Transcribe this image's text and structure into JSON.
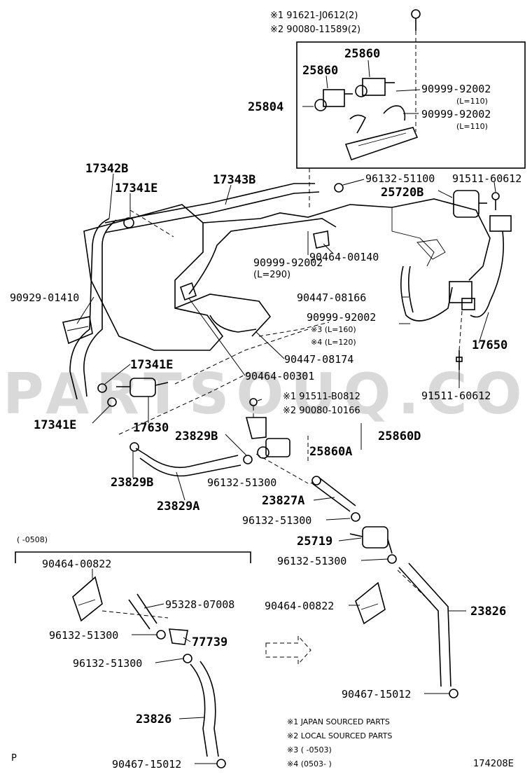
{
  "watermark": "PARTSOUQ.COM",
  "page_marker": "P",
  "figure_code": "174208E",
  "callouts": {
    "n91621": "※1 91621-J0612(2)",
    "n90080a": "※2 90080-11589(2)",
    "n25860a": "25860",
    "n25860b": "25860",
    "n25804": "25804",
    "n90999a": "90999-92002",
    "n90999a_len": "(L=110)",
    "n90999b": "90999-92002",
    "n90999b_len": "(L=110)",
    "n17342B": "17342B",
    "n17343B": "17343B",
    "n17341E_top": "17341E",
    "n96132_top": "96132-51100",
    "n91511_top": "91511-60612",
    "n25720B": "25720B",
    "n90999c": "90999-92002",
    "n90999c_len": "(L=290)",
    "n90464_140": "90464-00140",
    "n90929": "90929-01410",
    "n90447_166": "90447-08166",
    "n90999d": "90999-92002",
    "n90999d_3": "※3 (L=160)",
    "n90999d_4": "※4 (L=120)",
    "n17650": "17650",
    "n90447_174": "90447-08174",
    "n17341E_mid": "17341E",
    "n90464_301": "90464-00301",
    "n91511_B": "※1 91511-B0812",
    "n90080_b": "※2 90080-10166",
    "n91511_bot": "91511-60612",
    "n17341E_bot": "17341E",
    "n17630": "17630",
    "n23829B_top": "23829B",
    "n25860D": "25860D",
    "n25860A": "25860A",
    "n23829B_bot": "23829B",
    "n96132_a": "96132-51300",
    "n23829A": "23829A",
    "n23827A": "23827A",
    "n96132_b": "96132-51300",
    "n25719": "25719",
    "n96132_c": "96132-51300",
    "inset_range": "(      -0508)",
    "n90464_822_inset": "90464-00822",
    "n95328": "95328-07008",
    "n96132_d": "96132-51300",
    "n77739": "77739",
    "n96132_e": "96132-51300",
    "n23826_inset": "23826",
    "n90467_inset": "90467-15012",
    "n90464_822": "90464-00822",
    "n23826": "23826",
    "n90467": "90467-15012"
  },
  "legend": {
    "note1": "※1 JAPAN SOURCED PARTS",
    "note2": "※2 LOCAL SOURCED PARTS",
    "note3": "※3 (      -0503)",
    "note4": "※4 (0503-      )"
  }
}
